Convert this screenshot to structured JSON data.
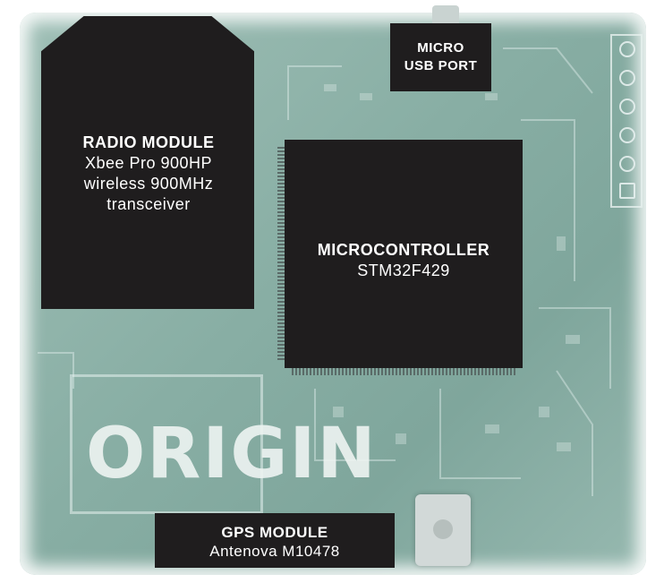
{
  "logo": {
    "text": "ORIGIN"
  },
  "radio_module": {
    "title": "RADIO MODULE",
    "lines": [
      "Xbee Pro 900HP",
      "wireless 900MHz",
      "transceiver"
    ]
  },
  "microcontroller": {
    "title": "MICROCONTROLLER",
    "subtitle": "STM32F429"
  },
  "usb_port": {
    "lines": [
      "MICRO",
      "USB PORT"
    ]
  },
  "gps_module": {
    "title": "GPS MODULE",
    "subtitle": "Antenova M10478"
  },
  "colors": {
    "board": "#88aea4",
    "chip": "#1f1d1e",
    "label_text": "#ffffff"
  }
}
